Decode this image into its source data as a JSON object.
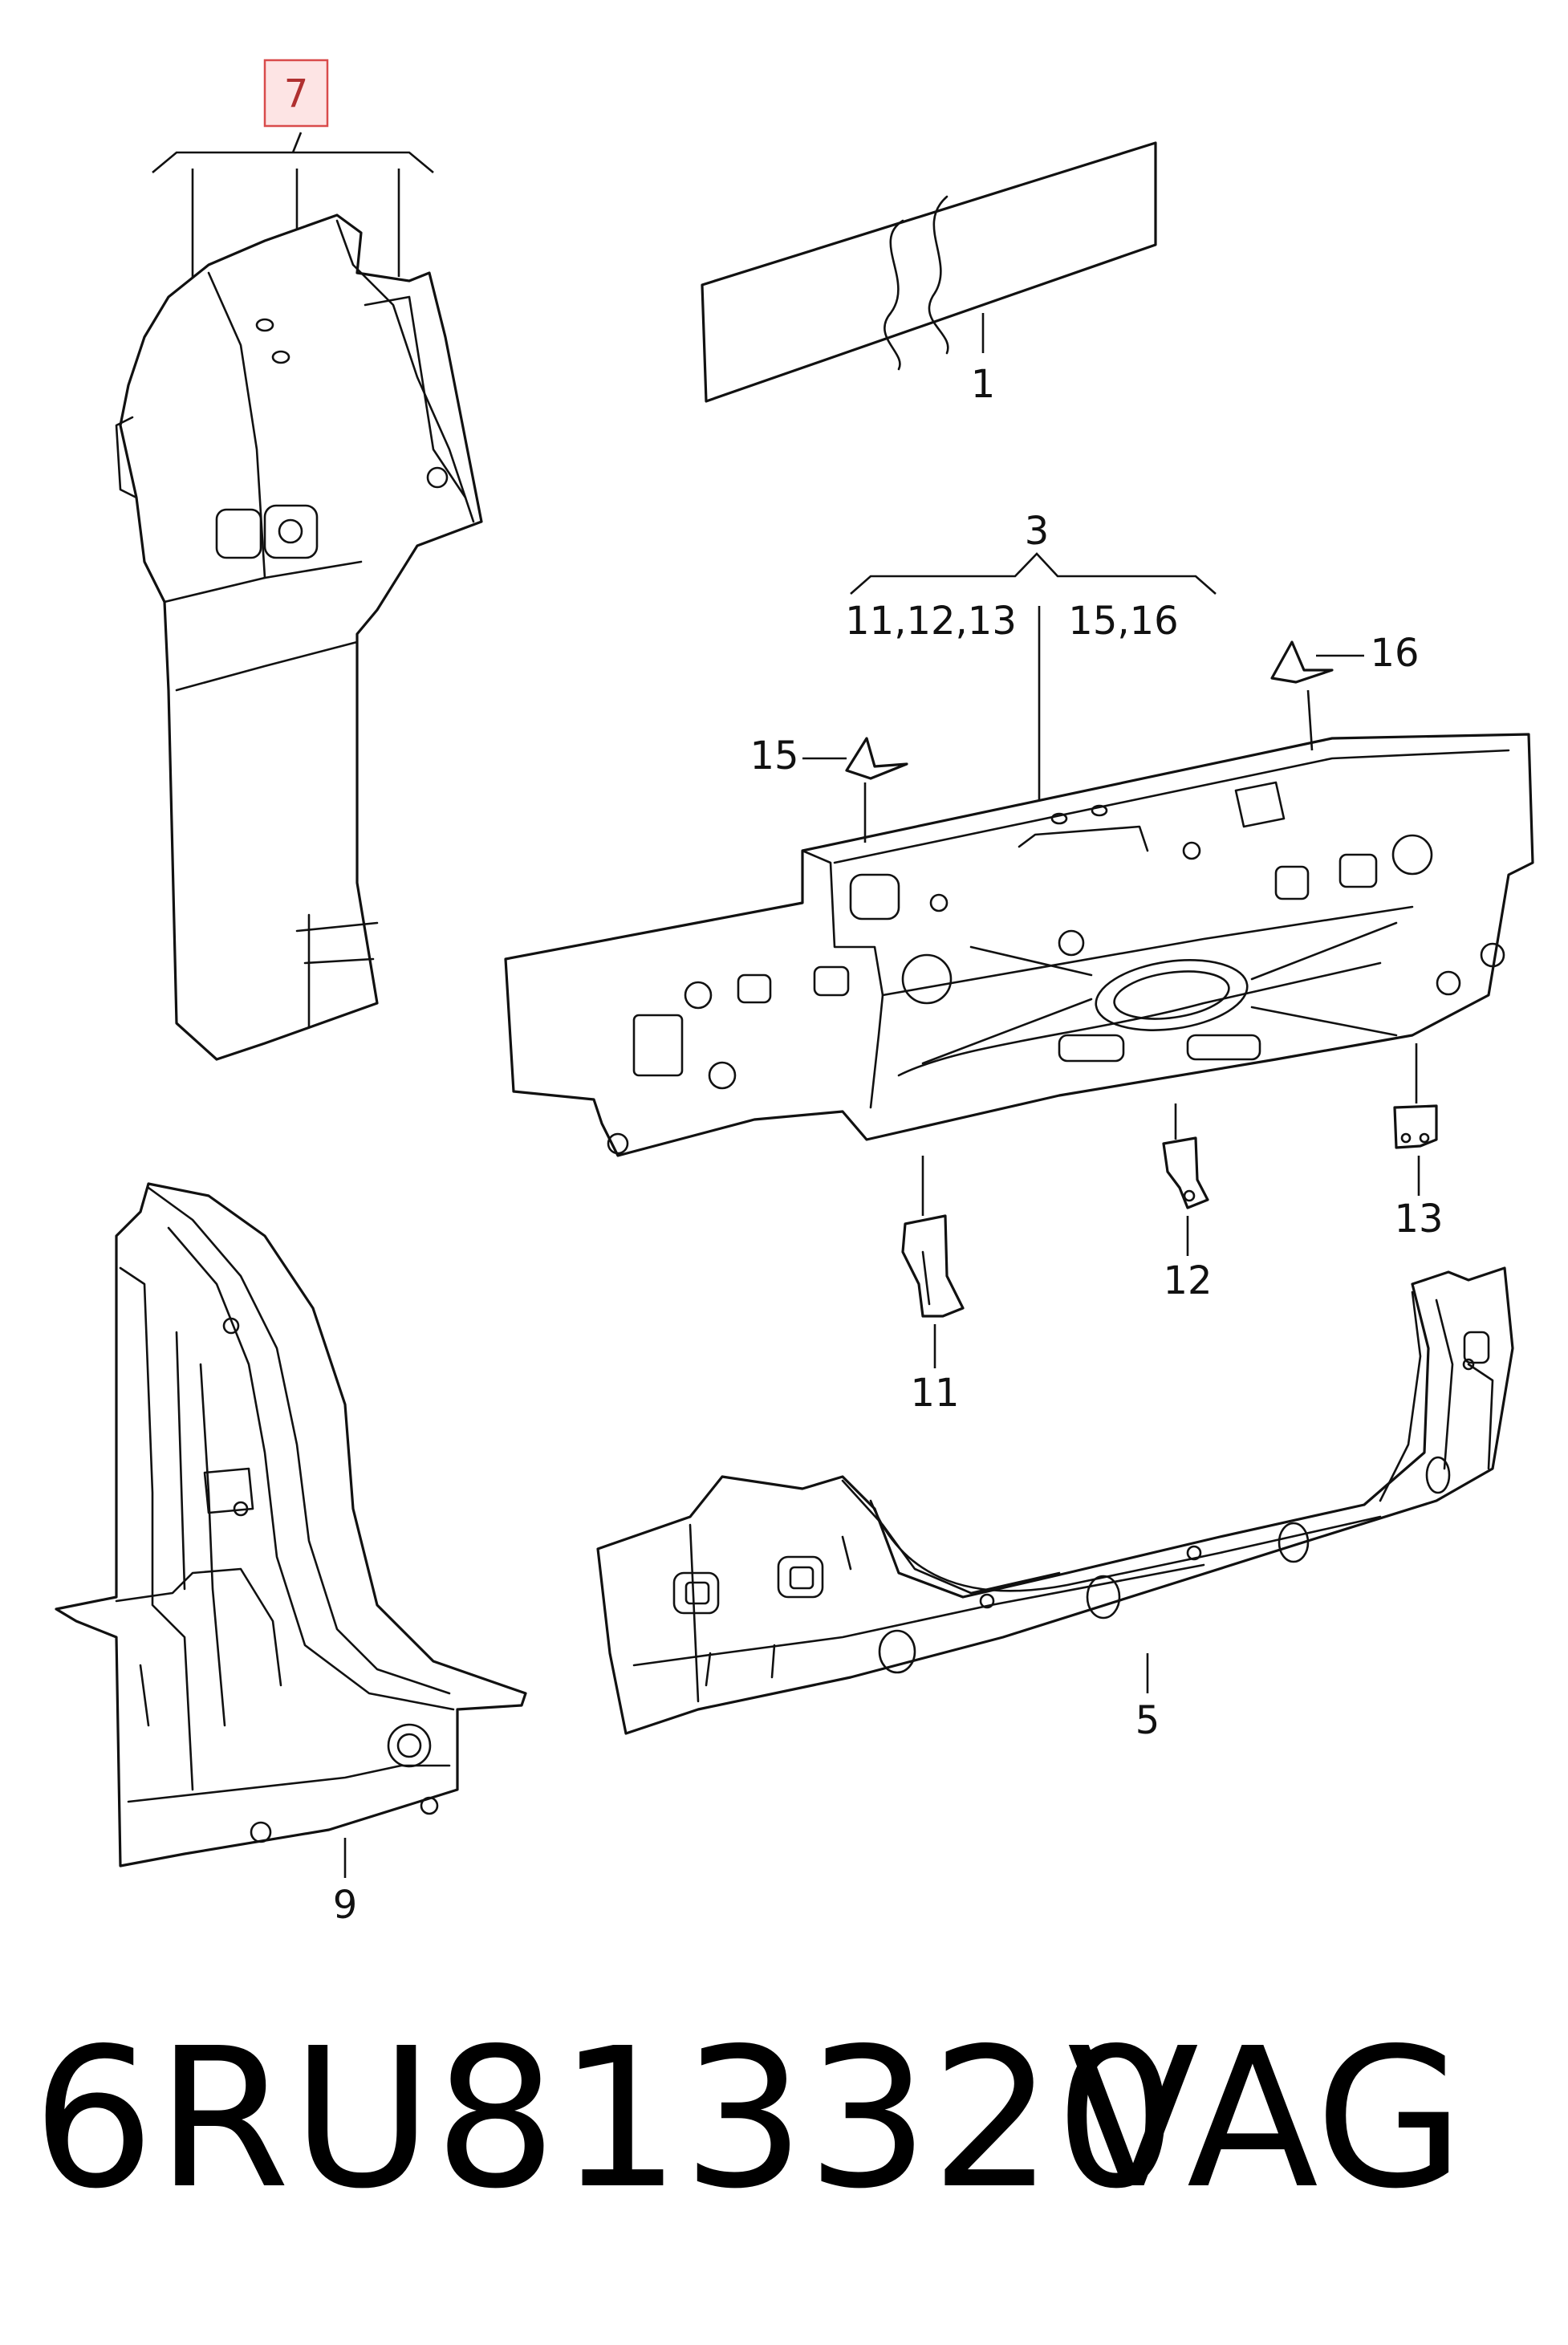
{
  "diagram": {
    "callouts": {
      "part_1": "1",
      "part_3": "3",
      "part_3_left_group": "11,12,13",
      "part_3_right_group": "15,16",
      "part_5": "5",
      "part_7": "7",
      "part_9": "9",
      "part_11": "11",
      "part_12": "12",
      "part_13": "13",
      "part_15": "15",
      "part_16": "16"
    },
    "highlight_color": "#fde4e4"
  },
  "footer": {
    "part_number": "6RU813320",
    "brand": "VAG"
  }
}
